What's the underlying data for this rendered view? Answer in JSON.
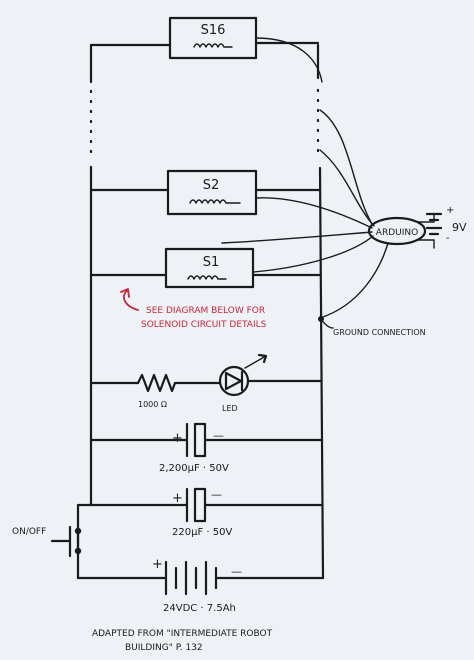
{
  "solenoids": {
    "s16": "S16",
    "s2": "S2",
    "s1": "S1"
  },
  "controller": {
    "label": "ARDUINO",
    "battery_plus": "+",
    "battery_minus": "-",
    "battery_voltage": "9V"
  },
  "note": {
    "line1": "SEE DIAGRAM BELOW FOR",
    "line2": "SOLENOID CIRCUIT DETAILS"
  },
  "ground_label": "GROUND CONNECTION",
  "resistor_label": "1000 Ω",
  "led_label": "LED",
  "capacitor1": {
    "label": "2,200μF · 50V",
    "plus": "+",
    "minus": "—"
  },
  "capacitor2": {
    "label": "220μF · 50V",
    "plus": "+",
    "minus": "—"
  },
  "switch_label": "ON/OFF",
  "battery": {
    "label": "24VDC · 7.5Ah",
    "plus": "+",
    "minus": "—"
  },
  "credit": {
    "line1": "ADAPTED FROM \"INTERMEDIATE ROBOT",
    "line2": "BUILDING\" P. 132"
  }
}
